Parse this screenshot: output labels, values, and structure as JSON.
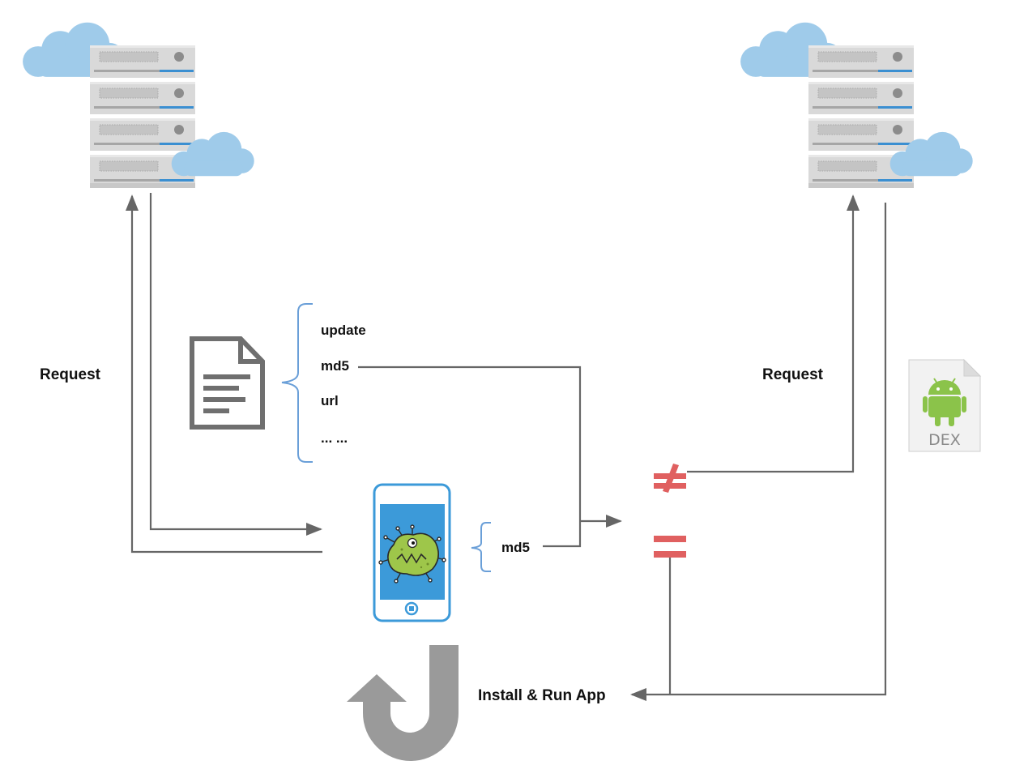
{
  "labels": {
    "request_left": "Request",
    "request_right": "Request",
    "config_fields": [
      "update",
      "md5",
      "url",
      "... ..."
    ],
    "local_md5": "md5",
    "install": "Install & Run App",
    "dex": "DEX"
  },
  "symbols": {
    "not_equal": "≠",
    "equal": "="
  },
  "colors": {
    "arrow": "#666666",
    "server_body": "#d9d9d9",
    "server_dark": "#8c8c8c",
    "server_stripe": "#3b8fd1",
    "cloud": "#9fcbea",
    "phone_frame": "#3c9ad9",
    "phone_screen": "#3c9ad9",
    "bracket": "#6a9fd8",
    "document": "#6f6f6f",
    "operator": "#e06060",
    "android": "#8bc34a",
    "big_arrow": "#9a9a9a"
  },
  "icons": [
    "server-icon",
    "cloud-icon",
    "document-icon",
    "phone-icon",
    "virus-icon",
    "dex-file-icon",
    "android-icon",
    "loop-arrow-icon"
  ]
}
